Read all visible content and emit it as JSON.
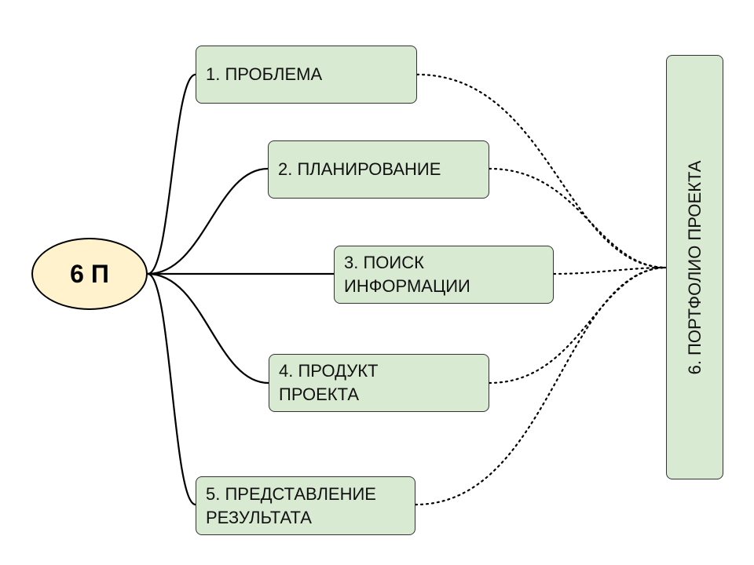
{
  "center": {
    "label": "6 П"
  },
  "steps": [
    {
      "label": "1. ПРОБЛЕМА"
    },
    {
      "label": "2. ПЛАНИРОВАНИЕ"
    },
    {
      "label": "3. ПОИСК\nИНФОРМАЦИИ"
    },
    {
      "label": "4. ПРОДУКТ\nПРОЕКТА"
    },
    {
      "label": "5. ПРЕДСТАВЛЕНИЕ\nРЕЗУЛЬТАТА"
    }
  ],
  "portfolio": {
    "label": "6. ПОРТФОЛИО ПРОЕКТА"
  },
  "colors": {
    "center_fill": "#fff2cc",
    "box_fill": "#d9ead3",
    "line": "#000000"
  }
}
